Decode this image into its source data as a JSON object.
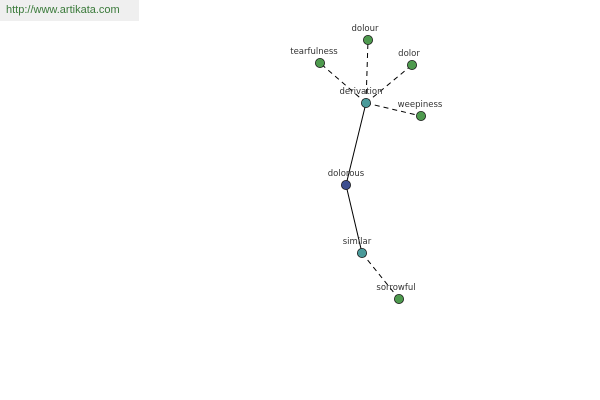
{
  "source_link": "http://www.artikata.com",
  "colors": {
    "root": "#3d4f8f",
    "hub": "#4a9a9a",
    "leaf": "#4e9a4e",
    "edge": "#000000"
  },
  "nodes": [
    {
      "id": "dolorous",
      "label": "dolorous",
      "kind": "root"
    },
    {
      "id": "derivation",
      "label": "derivation",
      "kind": "hub"
    },
    {
      "id": "similar",
      "label": "similar",
      "kind": "hub"
    },
    {
      "id": "dolour",
      "label": "dolour",
      "kind": "leaf"
    },
    {
      "id": "tearfulness",
      "label": "tearfulness",
      "kind": "leaf"
    },
    {
      "id": "dolor",
      "label": "dolor",
      "kind": "leaf"
    },
    {
      "id": "weepiness",
      "label": "weepiness",
      "kind": "leaf"
    },
    {
      "id": "sorrowful",
      "label": "sorrowful",
      "kind": "leaf"
    }
  ],
  "edges": [
    {
      "from": "dolorous",
      "to": "derivation",
      "style": "solid"
    },
    {
      "from": "dolorous",
      "to": "similar",
      "style": "solid"
    },
    {
      "from": "derivation",
      "to": "dolour",
      "style": "dashed"
    },
    {
      "from": "derivation",
      "to": "tearfulness",
      "style": "dashed"
    },
    {
      "from": "derivation",
      "to": "dolor",
      "style": "dashed"
    },
    {
      "from": "derivation",
      "to": "weepiness",
      "style": "dashed"
    },
    {
      "from": "similar",
      "to": "sorrowful",
      "style": "dashed"
    }
  ]
}
